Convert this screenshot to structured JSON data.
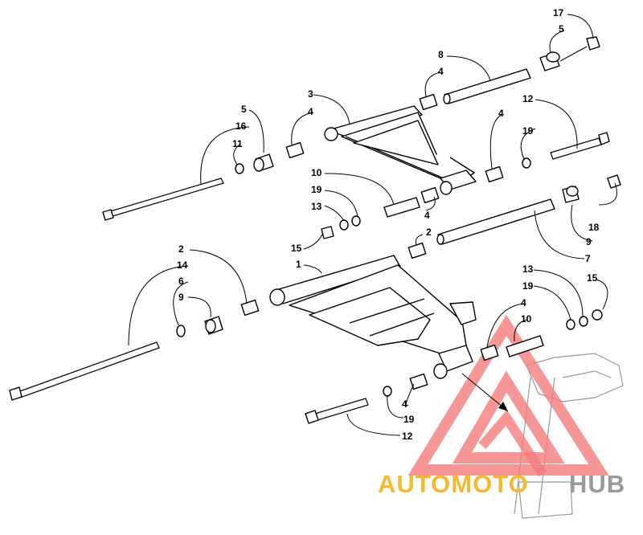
{
  "figure": {
    "callouts": [
      {
        "id": "c17",
        "text": "17"
      },
      {
        "id": "c5a",
        "text": "5"
      },
      {
        "id": "c8",
        "text": "8"
      },
      {
        "id": "c4a",
        "text": "4"
      },
      {
        "id": "c12a",
        "text": "12"
      },
      {
        "id": "c3",
        "text": "3"
      },
      {
        "id": "c4b",
        "text": "4"
      },
      {
        "id": "c5b",
        "text": "5"
      },
      {
        "id": "c16",
        "text": "16"
      },
      {
        "id": "c11",
        "text": "11"
      },
      {
        "id": "c4c",
        "text": "4"
      },
      {
        "id": "c19a",
        "text": "19"
      },
      {
        "id": "c10a",
        "text": "10"
      },
      {
        "id": "c19b",
        "text": "19"
      },
      {
        "id": "c13a",
        "text": "13"
      },
      {
        "id": "c4d",
        "text": "4"
      },
      {
        "id": "c15a",
        "text": "15"
      },
      {
        "id": "c2a",
        "text": "2"
      },
      {
        "id": "c18",
        "text": "18"
      },
      {
        "id": "c9a",
        "text": "9"
      },
      {
        "id": "c7",
        "text": "7"
      },
      {
        "id": "c2b",
        "text": "2"
      },
      {
        "id": "c14",
        "text": "14"
      },
      {
        "id": "c1",
        "text": "1"
      },
      {
        "id": "c6",
        "text": "6"
      },
      {
        "id": "c9b",
        "text": "9"
      },
      {
        "id": "c13b",
        "text": "13"
      },
      {
        "id": "c19c",
        "text": "19"
      },
      {
        "id": "c15b",
        "text": "15"
      },
      {
        "id": "c4e",
        "text": "4"
      },
      {
        "id": "c10b",
        "text": "10"
      },
      {
        "id": "c4f",
        "text": "4"
      },
      {
        "id": "c19d",
        "text": "19"
      },
      {
        "id": "c12b",
        "text": "12"
      }
    ]
  },
  "watermark": {
    "part1": "AUTOMOTO",
    "part2": "HUB",
    "color_main": "#f47c7c",
    "color_text1": "#f5b92f",
    "color_text2": "#9a9a9a"
  }
}
